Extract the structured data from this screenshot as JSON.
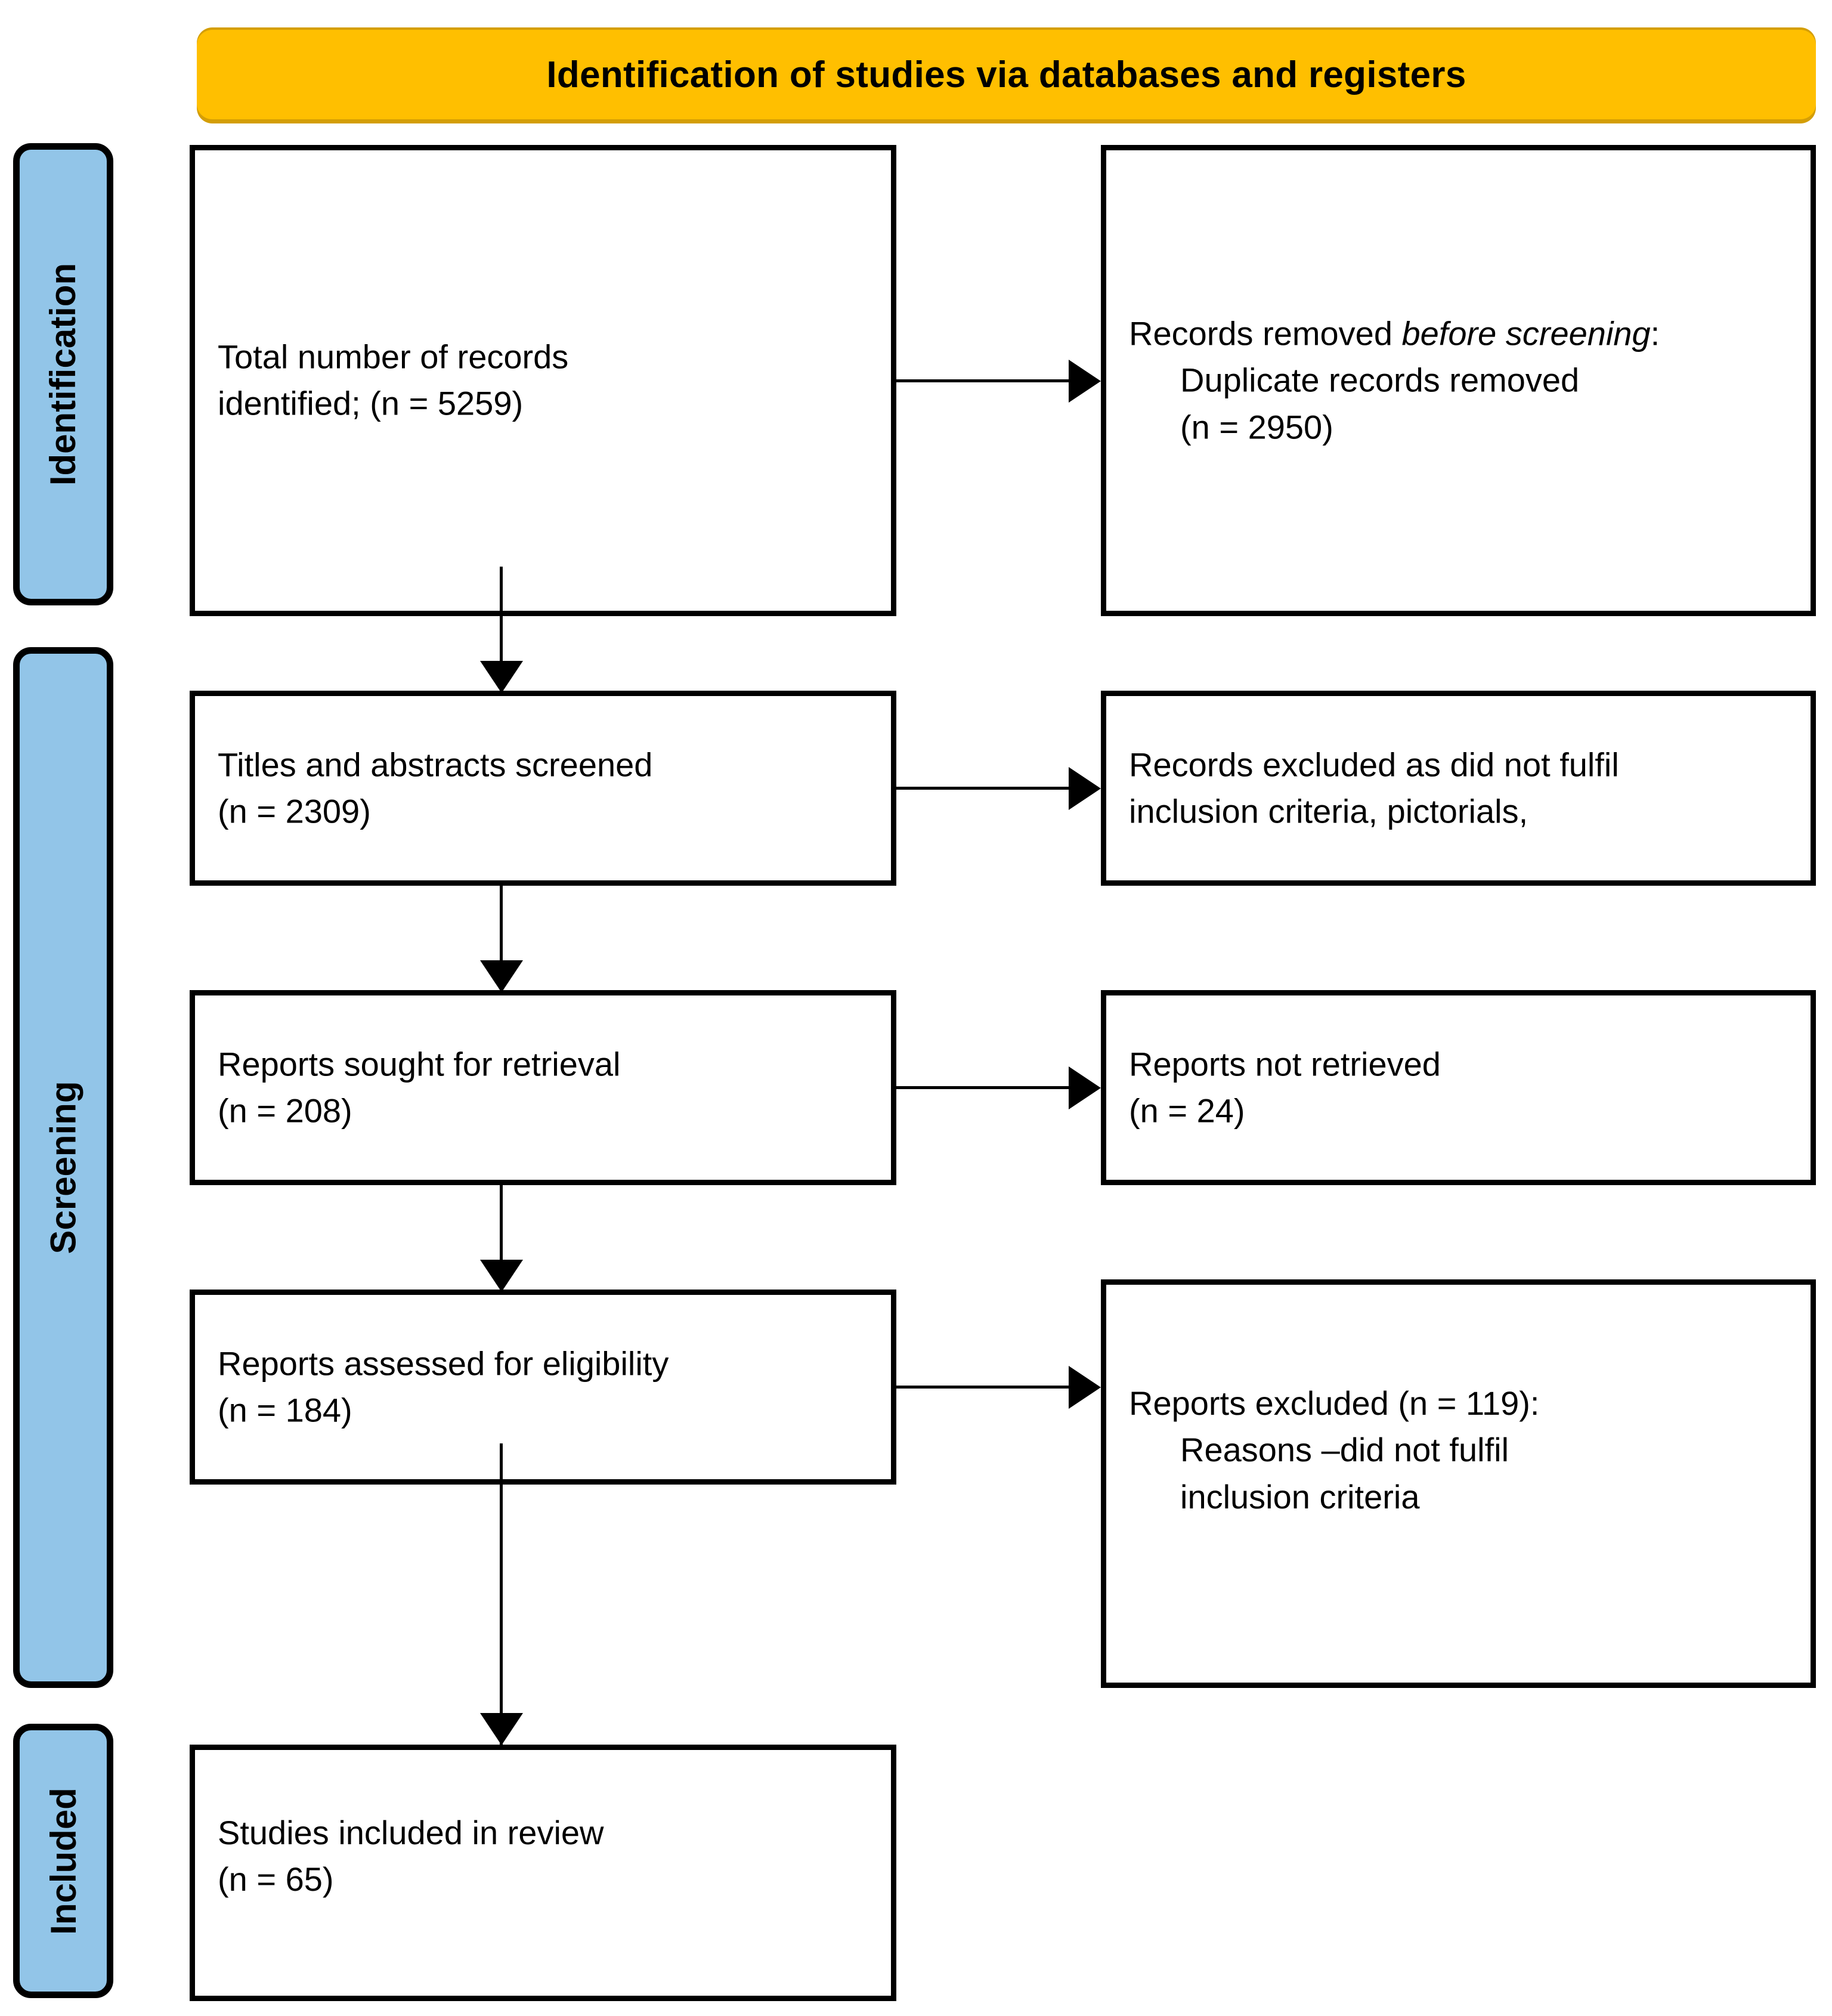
{
  "diagram": {
    "type": "prisma-flow-diagram",
    "header": {
      "title": "Identification of studies via databases and registers",
      "color": "#FFBF00"
    },
    "stages": [
      {
        "id": "identification",
        "label": "Identification",
        "color": "#92C5E8"
      },
      {
        "id": "screening",
        "label": "Screening",
        "color": "#92C5E8"
      },
      {
        "id": "included",
        "label": "Included",
        "color": "#92C5E8"
      }
    ],
    "boxes": {
      "records_identified": {
        "line1": "Total number of records",
        "line2": "identified; (n = 5259)",
        "n": 5259
      },
      "records_removed_before_screening": {
        "lead_plain": "Records removed ",
        "lead_italic": "before screening",
        "lead_colon": ":",
        "detail_line1": "Duplicate records removed",
        "detail_line2": "(n = 2950)",
        "n": 2950
      },
      "titles_abstracts_screened": {
        "line1": "Titles and abstracts screened",
        "line2": "(n = 2309)",
        "n": 2309
      },
      "records_excluded": {
        "line1": "Records excluded as did not fulfil",
        "line2": "inclusion criteria, pictorials,"
      },
      "reports_sought": {
        "line1": "Reports sought for retrieval",
        "line2": "(n = 208)",
        "n": 208
      },
      "reports_not_retrieved": {
        "line1": "Reports not retrieved",
        "line2": "(n = 24)",
        "n": 24
      },
      "reports_assessed": {
        "line1": "Reports assessed for eligibility",
        "line2": "(n = 184)",
        "n": 184
      },
      "reports_excluded": {
        "line1": "Reports excluded (n = 119):",
        "detail_line1": "Reasons –did not fulfil",
        "detail_line2": "inclusion criteria",
        "n": 119
      },
      "studies_included": {
        "line1": "Studies included in review",
        "line2": "(n = 65)",
        "n": 65
      }
    }
  }
}
